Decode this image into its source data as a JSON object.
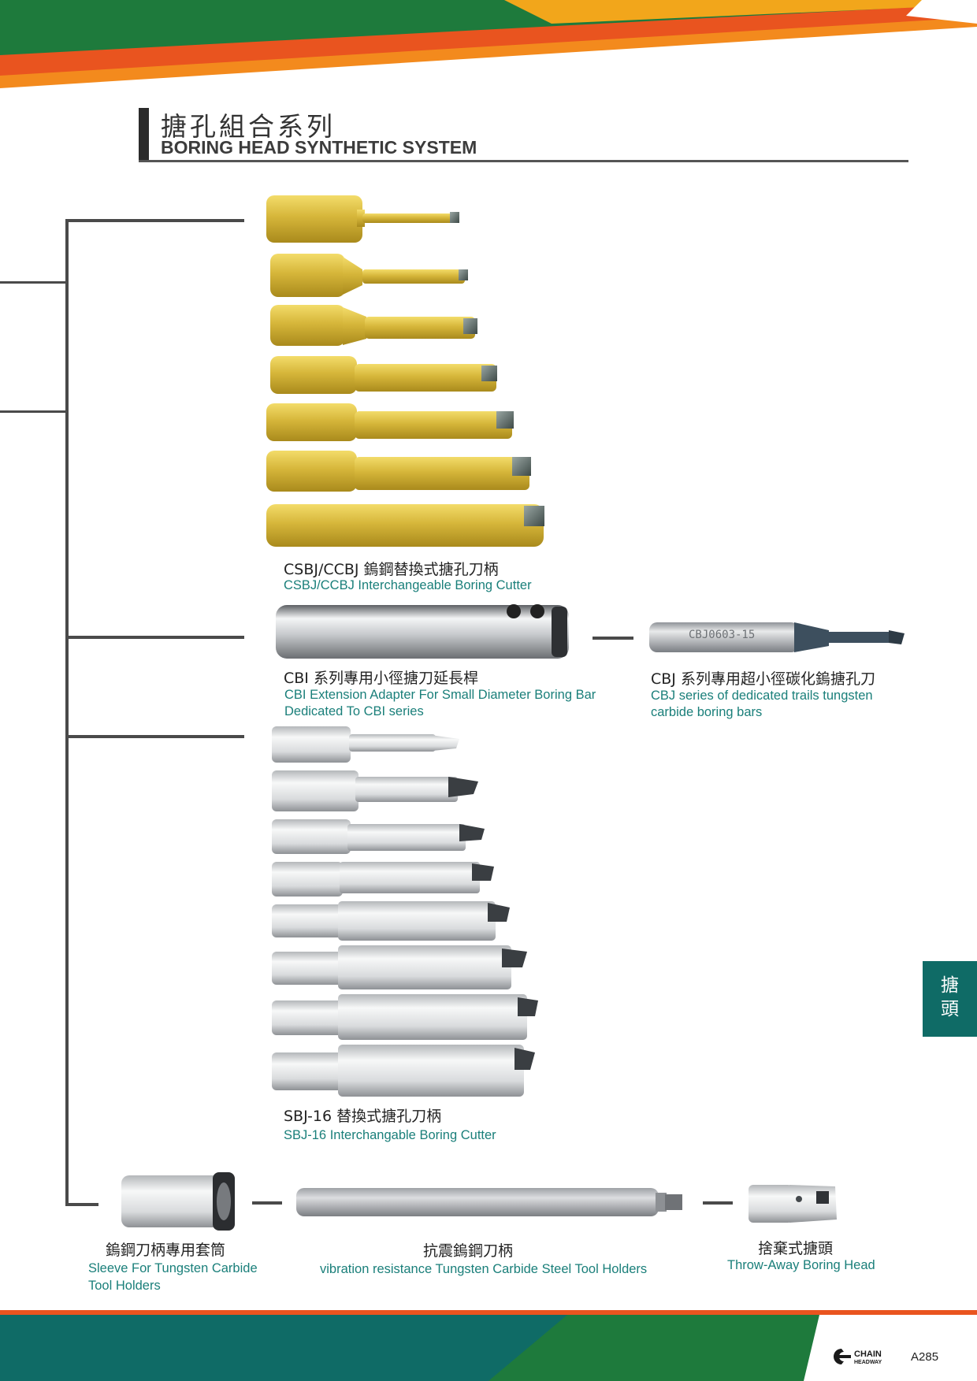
{
  "header": {
    "title_cn": "搪孔組合系列",
    "title_en": "BORING HEAD SYNTHETIC SYSTEM"
  },
  "colors": {
    "accent_teal": "#0f6b66",
    "band_orange": "#e8541f",
    "band_green": "#1f7a3a",
    "caption_teal": "#1a7f7a",
    "gold": "#d9bb3b"
  },
  "sections": {
    "csbj": {
      "label_cn": "CSBJ/CCBJ 鎢鋼替換式搪孔刀柄",
      "label_en": "CSBJ/CCBJ Interchangeable Boring Cutter"
    },
    "cbi": {
      "label_cn": "CBI 系列專用小徑搪刀延長桿",
      "label_en_1": "CBI Extension Adapter For Small Diameter Boring Bar",
      "label_en_2": "Dedicated To CBI series"
    },
    "cbj": {
      "label_cn": "CBJ 系列專用超小徑碳化鎢搪孔刀",
      "label_en_1": "CBJ series of dedicated trails tungsten",
      "label_en_2": "carbide boring bars",
      "engraving": "CBJ0603-15"
    },
    "sbj16": {
      "label_cn": "SBJ-16 替換式搪孔刀柄",
      "label_en": "SBJ-16 Interchangable Boring Cutter"
    },
    "sleeve": {
      "label_cn": "鎢鋼刀柄專用套筒",
      "label_en_1": "Sleeve For Tungsten Carbide",
      "label_en_2": "Tool Holders"
    },
    "vibration": {
      "label_cn": "抗震鎢鋼刀柄",
      "label_en": "vibration resistance Tungsten Carbide Steel Tool Holders"
    },
    "throwaway": {
      "label_cn": "捨棄式搪頭",
      "label_en": "Throw-Away Boring Head"
    }
  },
  "side_tab": {
    "line1": "搪",
    "line2": "頭"
  },
  "footer": {
    "brand_top": "CHAIN",
    "brand_bottom": "HEADWAY",
    "page_number": "A285"
  }
}
